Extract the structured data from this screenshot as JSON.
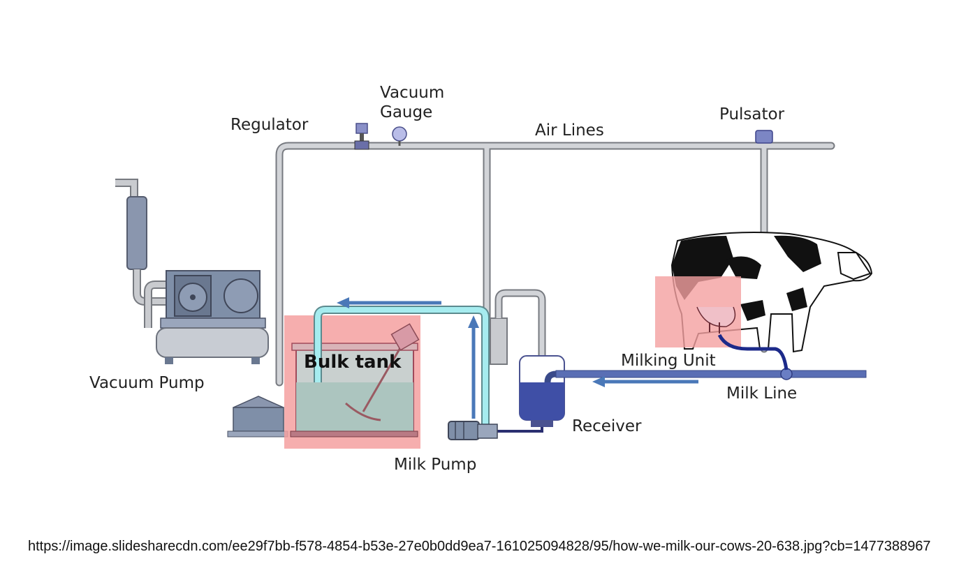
{
  "labels": {
    "vacuum_gauge_line1": "Vacuum",
    "vacuum_gauge_line2": "Gauge",
    "regulator": "Regulator",
    "air_lines": "Air Lines",
    "pulsator": "Pulsator",
    "vacuum_pump": "Vacuum Pump",
    "bulk_tank": "Bulk tank",
    "milking_unit": "Milking Unit",
    "milk_line": "Milk Line",
    "receiver": "Receiver",
    "milk_pump": "Milk Pump"
  },
  "source_url": "https://image.slidesharecdn.com/ee29f7bb-f578-4854-b53e-27e0b0dd9ea7-161025094828/95/how-we-milk-our-cows-20-638.jpg?cb=1477388967",
  "colors": {
    "pipe": "#c9cbcf",
    "pipe_outline": "#6f7278",
    "machine": "#7f8fa8",
    "milk_pipe": "#9ee7ea",
    "arrow": "#4a78b8",
    "highlight": "#f4a0a0",
    "milk": "#3f4fa6"
  }
}
